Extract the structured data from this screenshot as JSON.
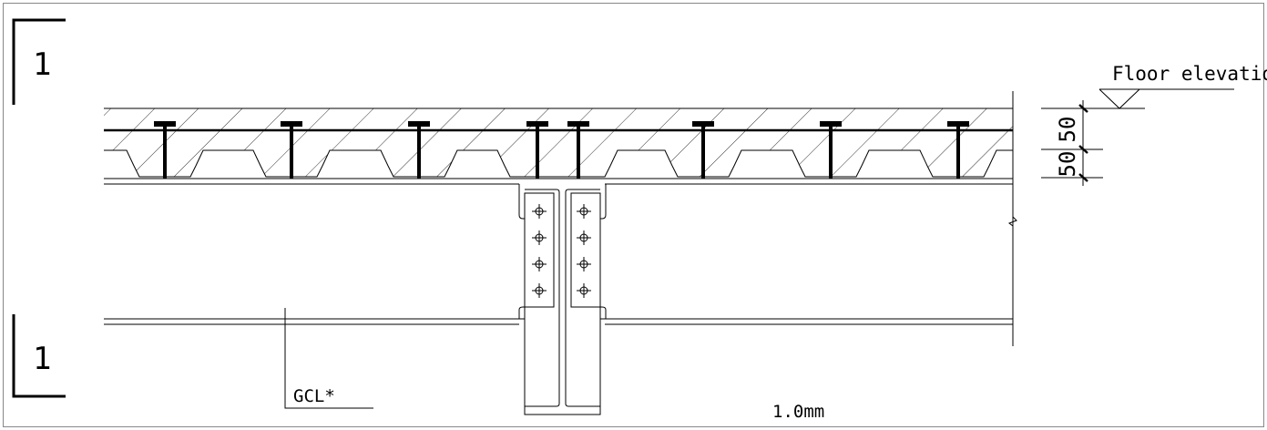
{
  "section_mark": {
    "top_label": "1",
    "bottom_label": "1"
  },
  "elevation": {
    "label": "Floor elevation"
  },
  "dimensions": {
    "upper": "50",
    "lower": "50"
  },
  "annotations": {
    "ceiling_label": "GCL*",
    "thickness_label": "1.0mm"
  },
  "studs": {
    "count": 8
  },
  "bolts": {
    "per_plate": 4,
    "plates": 2
  }
}
